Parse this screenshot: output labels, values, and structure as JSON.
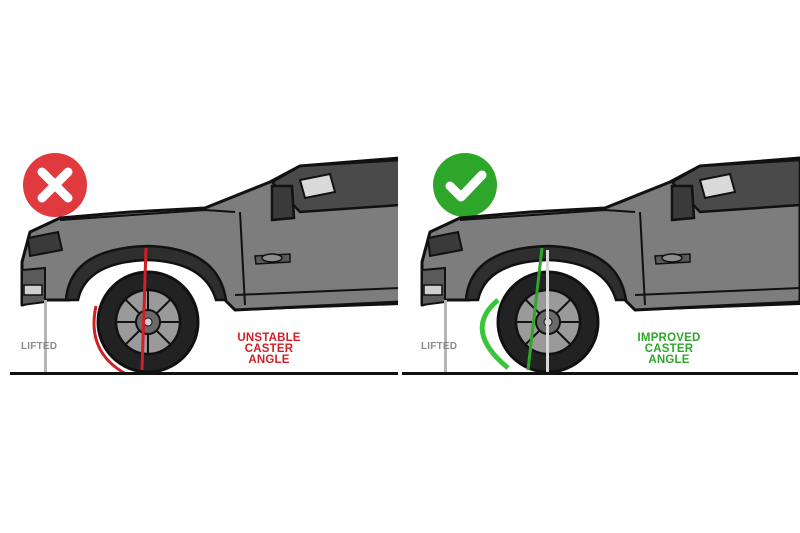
{
  "panels": [
    {
      "status": "bad",
      "status_icon": "x-icon",
      "status_color": "#e0393e",
      "lifted_label": "LIFTED",
      "caption": [
        "UNSTABLE",
        "CASTER",
        "ANGLE"
      ],
      "caption_color": "#d11f26"
    },
    {
      "status": "good",
      "status_icon": "check-icon",
      "status_color": "#2ea62a",
      "lifted_label": "LIFTED",
      "caption": [
        "IMPROVED",
        "CASTER",
        "ANGLE"
      ],
      "caption_color": "#2ea62a"
    }
  ],
  "colors": {
    "truck_body": "#7d7d7d",
    "truck_dark": "#3a3a3a",
    "outline": "#111111",
    "tire": "#222222",
    "rim": "#9a9a9a",
    "ground": "#111111",
    "lift_marker": "#b5b5b5"
  }
}
